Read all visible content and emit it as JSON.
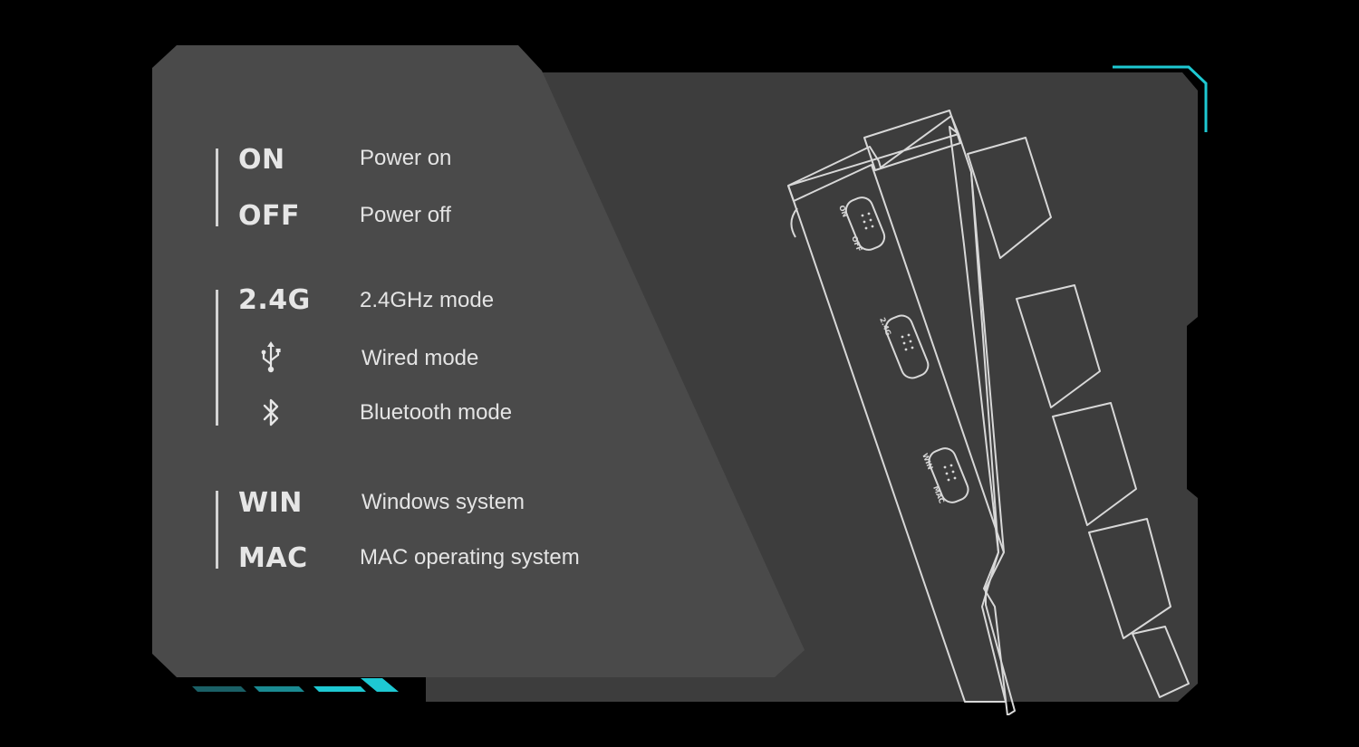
{
  "colors": {
    "background": "#000000",
    "panel_back": "#3d3d3d",
    "panel_front": "#4a4a4a",
    "accent": "#1ec8d2",
    "line_art": "#d8d8d8",
    "text": "#e4e4e4"
  },
  "groups": [
    {
      "rows": [
        {
          "code": "ON",
          "label": "Power on"
        },
        {
          "code": "OFF",
          "label": "Power off"
        }
      ]
    },
    {
      "rows": [
        {
          "code": "2.4G",
          "label": "2.4GHz mode"
        },
        {
          "icon": "usb-icon",
          "label": "Wired mode"
        },
        {
          "icon": "bluetooth-icon",
          "label": "Bluetooth mode"
        }
      ]
    },
    {
      "rows": [
        {
          "code": "WIN",
          "label": "Windows system"
        },
        {
          "code": "MAC",
          "label": "MAC operating system"
        }
      ]
    }
  ],
  "device": {
    "switch_labels": [
      "ON",
      "OFF",
      "2.4G",
      "WIN",
      "MAC"
    ]
  }
}
